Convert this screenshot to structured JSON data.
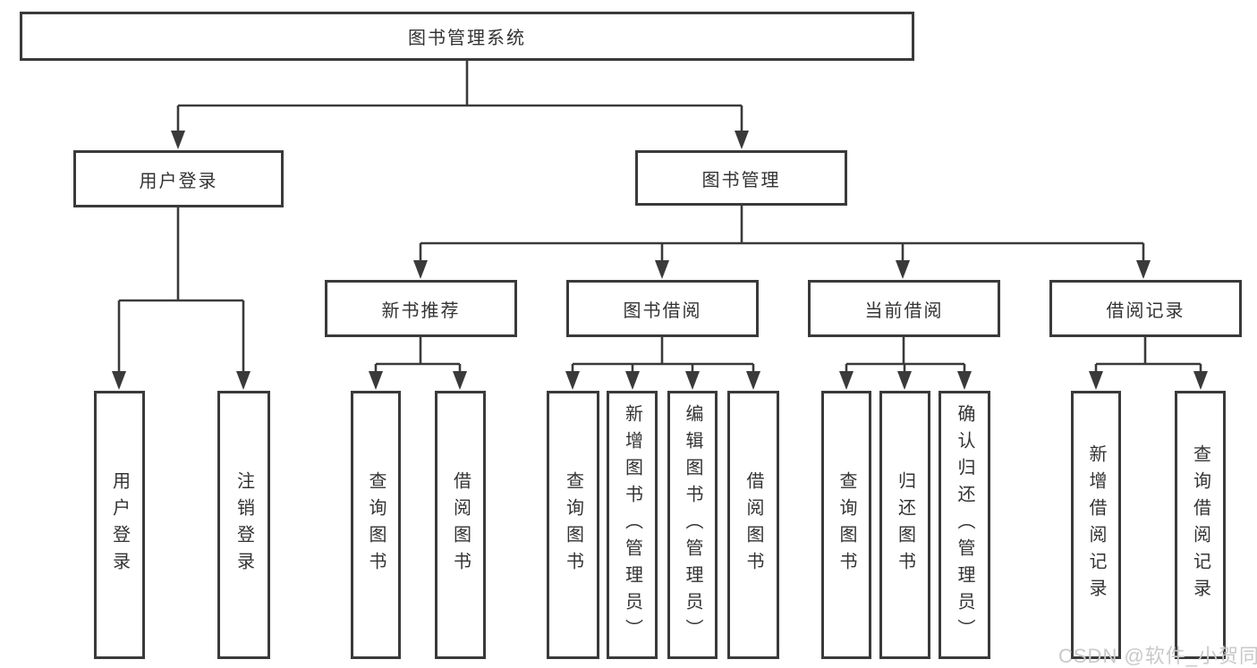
{
  "diagram": {
    "type": "hierarchy-tree",
    "root_title": "图书管理系统",
    "watermark": "CSDN @软件_小贺同学",
    "colors": {
      "line": "#3a3a3a",
      "box_border": "#3a3a3a",
      "box_fill": "#ffffff",
      "text": "#333333",
      "watermark": "#c9c9c9",
      "background": "#ffffff"
    },
    "nodes": [
      {
        "id": "root",
        "label": "图书管理系统"
      },
      {
        "id": "user-login",
        "label": "用户登录"
      },
      {
        "id": "book-mgmt",
        "label": "图书管理"
      },
      {
        "id": "new-book-rec",
        "label": "新书推荐"
      },
      {
        "id": "book-borrow",
        "label": "图书借阅"
      },
      {
        "id": "current-borrow",
        "label": "当前借阅"
      },
      {
        "id": "borrow-records",
        "label": "借阅记录"
      },
      {
        "id": "leaf-user-login",
        "label": "用户登录"
      },
      {
        "id": "leaf-logout",
        "label": "注销登录"
      },
      {
        "id": "leaf-query-book-a",
        "label": "查询图书"
      },
      {
        "id": "leaf-borrow-book-a",
        "label": "借阅图书"
      },
      {
        "id": "leaf-query-book-b",
        "label": "查询图书"
      },
      {
        "id": "leaf-add-book",
        "label": "新增图书（管理员）"
      },
      {
        "id": "leaf-edit-book",
        "label": "编辑图书（管理员）"
      },
      {
        "id": "leaf-borrow-book-b",
        "label": "借阅图书"
      },
      {
        "id": "leaf-query-book-c",
        "label": "查询图书"
      },
      {
        "id": "leaf-return-book",
        "label": "归还图书"
      },
      {
        "id": "leaf-confirm-return",
        "label": "确认归还（管理员）"
      },
      {
        "id": "leaf-add-record",
        "label": "新增借阅记录"
      },
      {
        "id": "leaf-query-record",
        "label": "查询借阅记录"
      }
    ],
    "edges": [
      [
        "root",
        "user-login"
      ],
      [
        "root",
        "book-mgmt"
      ],
      [
        "user-login",
        "leaf-user-login"
      ],
      [
        "user-login",
        "leaf-logout"
      ],
      [
        "book-mgmt",
        "new-book-rec"
      ],
      [
        "book-mgmt",
        "book-borrow"
      ],
      [
        "book-mgmt",
        "current-borrow"
      ],
      [
        "book-mgmt",
        "borrow-records"
      ],
      [
        "new-book-rec",
        "leaf-query-book-a"
      ],
      [
        "new-book-rec",
        "leaf-borrow-book-a"
      ],
      [
        "book-borrow",
        "leaf-query-book-b"
      ],
      [
        "book-borrow",
        "leaf-add-book"
      ],
      [
        "book-borrow",
        "leaf-edit-book"
      ],
      [
        "book-borrow",
        "leaf-borrow-book-b"
      ],
      [
        "current-borrow",
        "leaf-query-book-c"
      ],
      [
        "current-borrow",
        "leaf-return-book"
      ],
      [
        "current-borrow",
        "leaf-confirm-return"
      ],
      [
        "borrow-records",
        "leaf-add-record"
      ],
      [
        "borrow-records",
        "leaf-query-record"
      ]
    ]
  }
}
